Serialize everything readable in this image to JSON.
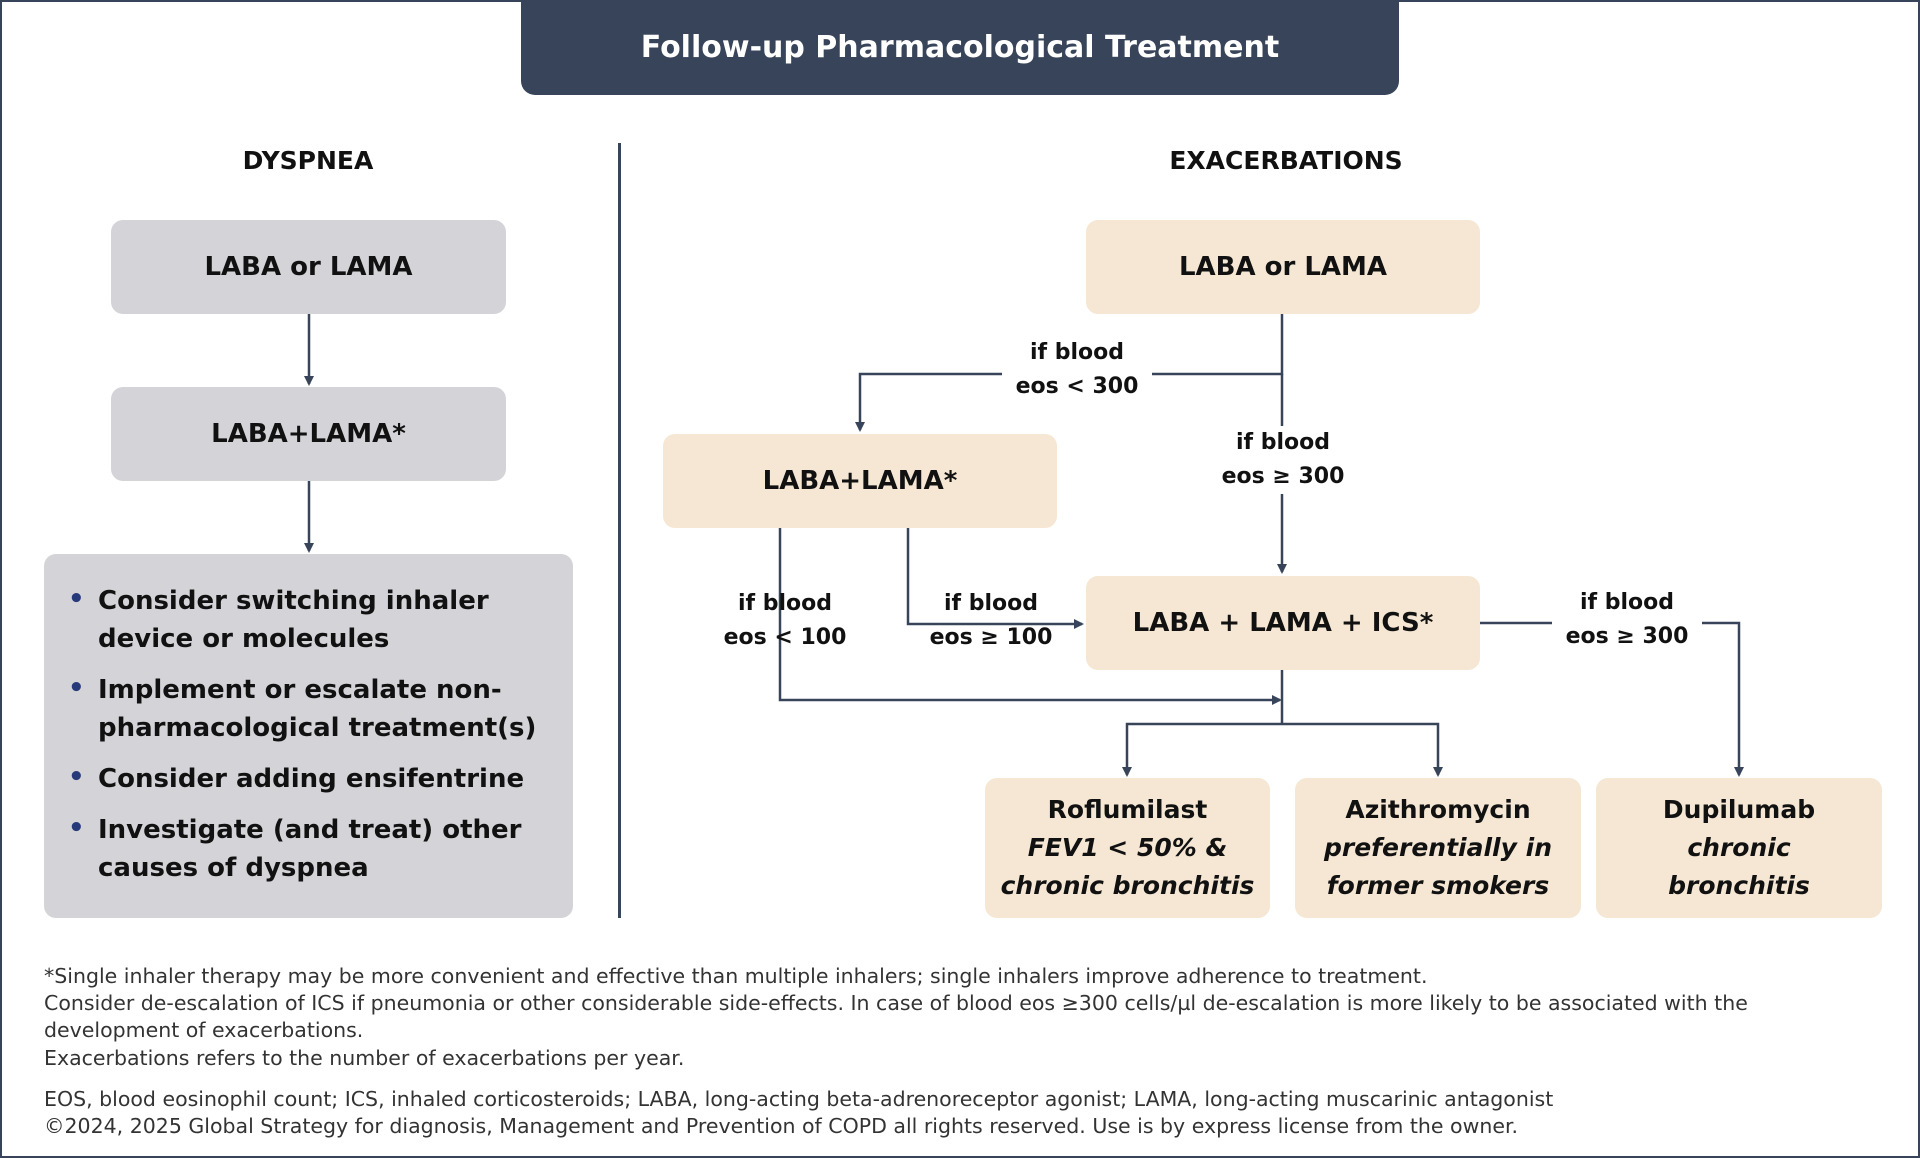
{
  "header": {
    "title": "Follow-up Pharmacological Treatment"
  },
  "dyspnea": {
    "title": "DYSPNEA",
    "box1": "LABA or LAMA",
    "box2": "LABA+LAMA*",
    "bullets": [
      "Consider switching inhaler device or molecules",
      "Implement or escalate non-pharmacological treatment(s)",
      "Consider adding ensifentrine",
      "Investigate (and treat) other causes of dyspnea"
    ]
  },
  "exacerbations": {
    "title": "EXACERBATIONS",
    "box_start": "LABA or LAMA",
    "box_dual": "LABA+LAMA*",
    "box_triple": "LABA + LAMA + ICS*",
    "labels": {
      "eos_lt300_line1": "if blood",
      "eos_lt300_line2": "eos < 300",
      "eos_ge300_line1": "if blood",
      "eos_ge300_line2": "eos ≥ 300",
      "eos_lt100_line1": "if blood",
      "eos_lt100_line2": "eos < 100",
      "eos_ge100_line1": "if blood",
      "eos_ge100_line2": "eos ≥ 100",
      "eos_ge300b_line1": "if blood",
      "eos_ge300b_line2": "eos ≥ 300"
    },
    "roflumilast": {
      "name": "Roflumilast",
      "line1": "FEV1 < 50% &",
      "line2": "chronic bronchitis"
    },
    "azithromycin": {
      "name": "Azithromycin",
      "line1": "preferentially in",
      "line2": "former smokers"
    },
    "dupilumab": {
      "name": "Dupilumab",
      "line1": "chronic",
      "line2": "bronchitis"
    }
  },
  "footnotes": {
    "line1": "*Single inhaler therapy may be more convenient and effective than multiple inhalers; single inhalers improve adherence to treatment.",
    "line2": "Consider de-escalation of ICS if pneumonia or other considerable side-effects. In case of blood eos ≥300 cells/µl de-escalation is more likely to be associated with the development of exacerbations.",
    "line3": "Exacerbations refers to the number of exacerbations per year.",
    "abbrev": "EOS, blood eosinophil count; ICS, inhaled corticosteroids; LABA, long-acting beta-adrenoreceptor agonist; LAMA, long-acting muscarinic antagonist",
    "copyright": "©2024, 2025 Global Strategy for diagnosis, Management and Prevention of COPD all rights reserved. Use is by express license from the owner."
  },
  "colors": {
    "navy": "#384459",
    "gray_box": "#d4d3d8",
    "cream_box": "#f5e7d3",
    "bullet": "#263a7a"
  }
}
